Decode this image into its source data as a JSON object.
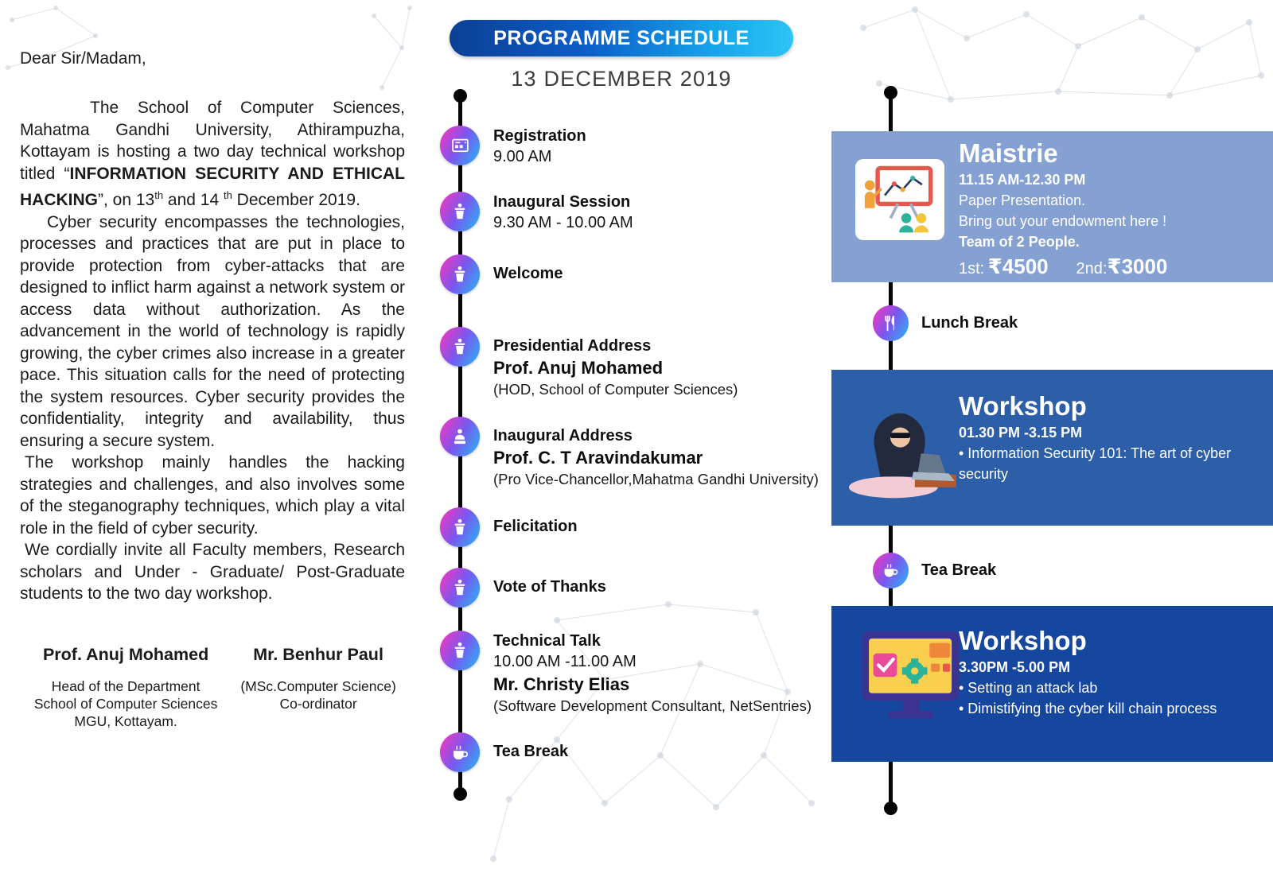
{
  "left_panel": {
    "salutation": "Dear Sir/Madam,",
    "para1": {
      "a": "The School of Computer Sciences, Mahatma Gandhi University, Athirampuzha, Kottayam is hosting a two day technical workshop titled “",
      "b": "INFORMATION SECURITY AND ETHICAL HACKING",
      "c": "”, on 13",
      "sup1": "th",
      "d": " and 14 ",
      "sup2": "th",
      "e": " December 2019."
    },
    "para2": "Cyber security encompasses the technologies, processes and practices that are put in place to provide protection from cyber-attacks that are designed to inflict harm against a network system or access data without authorization. As the advancement in the world of technology is rapidly growing, the cyber crimes also increase in a greater pace. This situation calls for the need of protecting the system resources. Cyber security provides the confidentiality, integrity and availability, thus ensuring a secure system.",
    "para3": "The workshop mainly handles the hacking strategies and challenges, and also involves some of the steganography techniques, which play a vital role in the field of cyber security.",
    "para4": "We cordially invite all Faculty members, Research scholars and Under - Graduate/ Post-Graduate students to the two day workshop.",
    "signatories": [
      {
        "name": "Prof.  Anuj Mohamed",
        "lines": [
          "Head of the Department",
          "School of Computer Sciences",
          "MGU, Kottayam."
        ]
      },
      {
        "name": "Mr. Benhur Paul",
        "lines": [
          "(MSc.Computer Science)",
          "Co-ordinator"
        ]
      }
    ]
  },
  "schedule": {
    "banner": "PROGRAMME SCHEDULE",
    "date": "13 DECEMBER 2019",
    "items": [
      {
        "icon": "registration-icon",
        "title": "Registration",
        "time": "9.00 AM"
      },
      {
        "icon": "podium-icon",
        "title": "Inaugural Session",
        "time": "9.30 AM - 10.00 AM"
      },
      {
        "icon": "podium-icon",
        "title": "Welcome"
      },
      {
        "icon": "podium-icon",
        "title": "Presidential Address",
        "name": "Prof. Anuj Mohamed",
        "role": "(HOD, School of Computer Sciences)"
      },
      {
        "icon": "speaker-icon",
        "title": "Inaugural Address",
        "name": "Prof. C. T Aravindakumar",
        "role": "(Pro Vice-Chancellor,Mahatma Gandhi University)"
      },
      {
        "icon": "podium-icon",
        "title": "Felicitation"
      },
      {
        "icon": "podium-icon",
        "title": "Vote of Thanks"
      },
      {
        "icon": "podium-icon",
        "title": "Technical Talk",
        "time": "10.00 AM -11.00 AM",
        "name": "Mr. Christy Elias",
        "role": "(Software Development Consultant, NetSentries)"
      },
      {
        "icon": "tea-cup-icon",
        "title": "Tea Break"
      }
    ]
  },
  "right_panel": {
    "maistrie": {
      "title": "Maistrie",
      "time": "11.15 AM-12.30 PM",
      "lines": [
        "Paper Presentation.",
        "Bring out your endowment here !"
      ],
      "team": "Team of 2 People.",
      "prize1_label": "1st:",
      "prize1_value": "₹4500",
      "prize2_label": "2nd:",
      "prize2_value": "₹3000",
      "icon": "presentation-icon"
    },
    "lunch_break_label": "Lunch Break",
    "workshop1": {
      "title": "Workshop",
      "time": "01.30 PM -3.15 PM",
      "bullets": [
        "• Information Security 101: The art of cyber security"
      ],
      "icon": "hacker-illustration"
    },
    "tea_break_label": "Tea Break",
    "workshop2": {
      "title": "Workshop",
      "time": "3.30PM -5.00 PM",
      "bullets": [
        "• Setting an attack lab",
        "• Dimistifying the cyber kill chain  process"
      ],
      "icon": "computer-icon"
    }
  },
  "colors": {
    "banner_gradient_start": "#0b3f93",
    "banner_gradient_end": "#2ec4f5",
    "icon_gradient_start": "#f038c0",
    "icon_gradient_end": "#2bb0f4",
    "maistrie_box": "#84a1d1",
    "workshop1_box": "#2d5fa8",
    "workshop2_box": "#16479e",
    "timeline": "#050505"
  }
}
